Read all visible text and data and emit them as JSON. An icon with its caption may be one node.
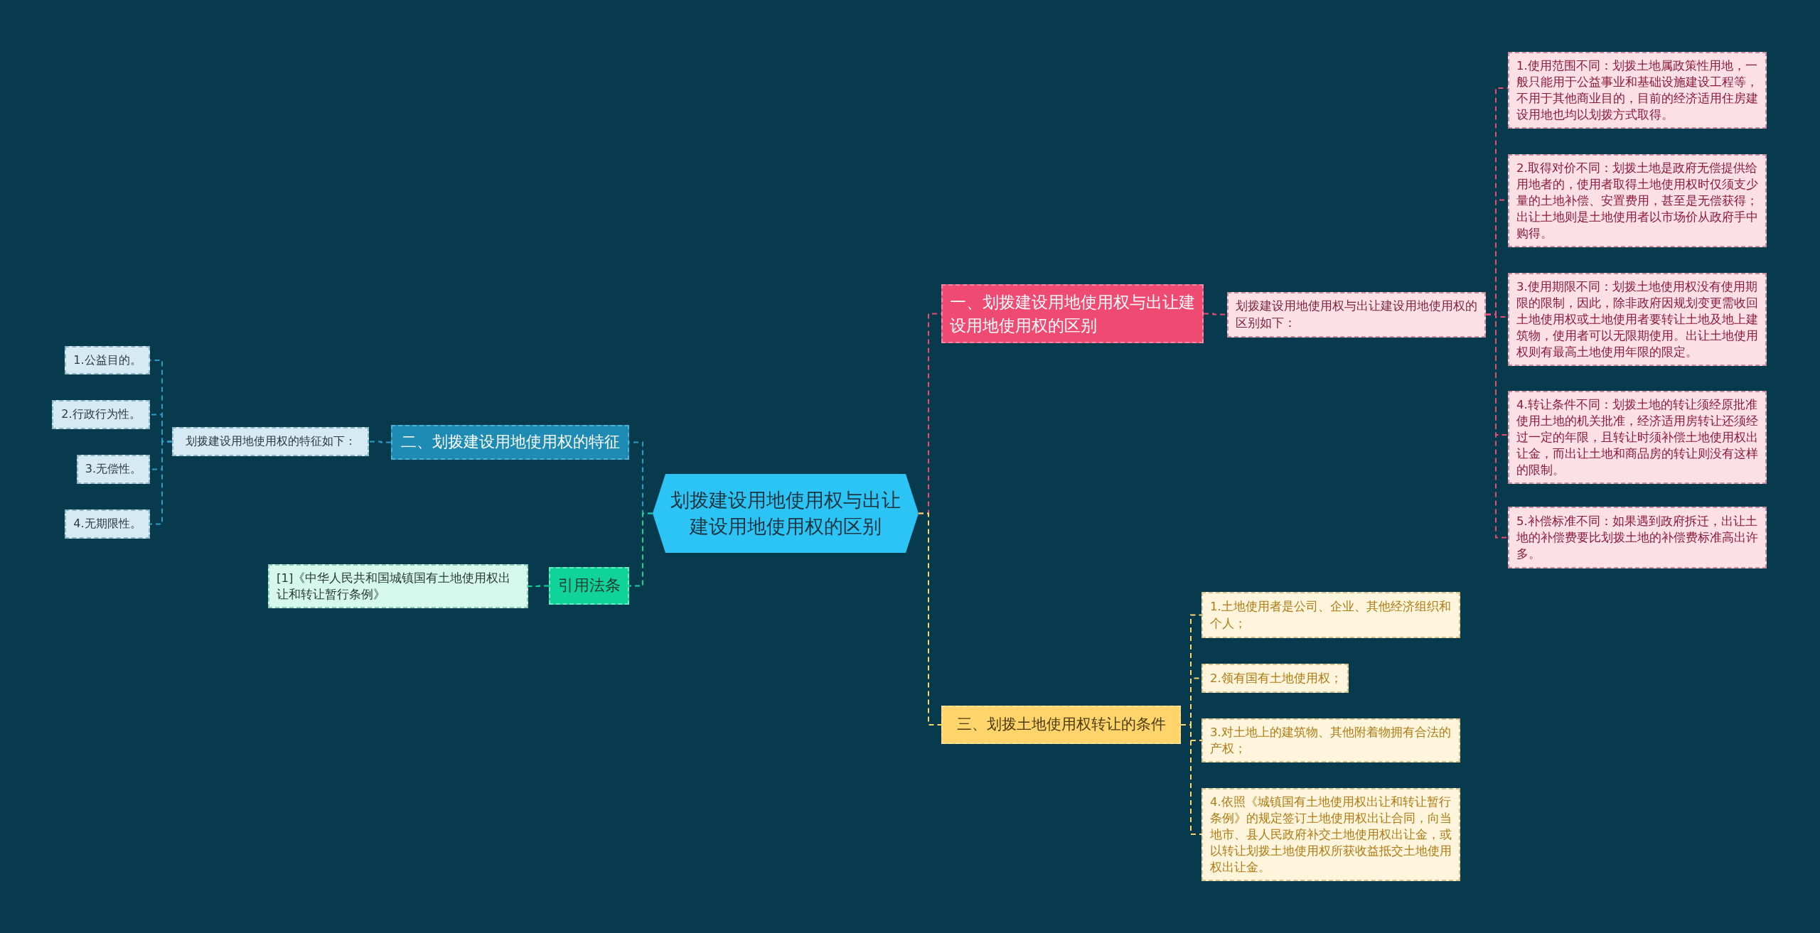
{
  "diagram": {
    "nodes": [
      {
        "text": [
          "划拨建设用地使用权与出让建设用地使用权的区别"
        ]
      },
      {
        "text": [
          "一、划拨建设用地使用权与出让建设用地使用权的区别"
        ]
      },
      {
        "text": [
          "划拨建设用地使用权与出让建设用地使用权的区别如下："
        ]
      },
      {
        "text": [
          "1.使用范围不同：划拨土地属政策性用地，一般只能用于公益事业和基础设施建设工程等，不用于其他商业目的，目前的经济适用住房建设用地也均以划拨方式取得。"
        ]
      },
      {
        "text": [
          "2.取得对价不同：划拨土地是政府无偿提供给用地者的，使用者取得土地使用权时仅须支少量的土地补偿、安置费用，甚至是无偿获得；出让土地则是土地使用者以市场价从政府手中购得。"
        ]
      },
      {
        "text": [
          "3.使用期限不同：划拨土地使用权没有使用期限的限制，因此，除非政府因规划变更需收回土地使用权或土地使用者要转让土地及地上建筑物，使用者可以无限期使用。出让土地使用权则有最高土地使用年限的限定。"
        ]
      },
      {
        "text": [
          "4.转让条件不同：划拨土地的转让须经原批准使用土地的机关批准，经济适用房转让还须经过一定的年限，且转让时须补偿土地使用权出让金，而出让土地和商品房的转让则没有这样的限制。"
        ]
      },
      {
        "text": [
          "5.补偿标准不同：如果遇到政府拆迁，出让土地的补偿费要比划拨土地的补偿费标准高出许多。"
        ]
      },
      {
        "text": [
          "三、划拨土地使用权转让的条件"
        ]
      },
      {
        "text": [
          "1.土地使用者是公司、企业、其他经济组织和个人；"
        ]
      },
      {
        "text": [
          "2.领有国有土地使用权；"
        ]
      },
      {
        "text": [
          "3.对土地上的建筑物、其他附着物拥有合法的产权；"
        ]
      },
      {
        "text": [
          "4.依照《城镇国有土地使用权出让和转让暂行条例》的规定签订土地使用权出让合同，向当地市、县人民政府补交土地使用权出让金，或以转让划拨土地使用权所获收益抵交土地使用权出让金。"
        ]
      },
      {
        "text": [
          "二、划拨建设用地使用权的特征"
        ]
      },
      {
        "text": [
          "划拨建设用地使用权的特征如下："
        ]
      },
      {
        "text": [
          "1.公益目的。"
        ]
      },
      {
        "text": [
          "2.行政行为性。"
        ]
      },
      {
        "text": [
          "3.无偿性。"
        ]
      },
      {
        "text": [
          "4.无期限性。"
        ]
      },
      {
        "text": [
          "引用法条"
        ]
      },
      {
        "text": [
          "[1]《中华人民共和国城镇国有土地使用权出让和转让暂行条例》"
        ]
      }
    ],
    "edges": [
      {
        "from": 0,
        "to": 1,
        "arrow": "none",
        "color": "#ef4b72"
      },
      {
        "from": 1,
        "to": 2,
        "arrow": "none",
        "color": "#ef4b72"
      },
      {
        "from": 2,
        "to": 3,
        "arrow": "none",
        "color": "#ef4b72"
      },
      {
        "from": 2,
        "to": 4,
        "arrow": "none",
        "color": "#ef4b72"
      },
      {
        "from": 2,
        "to": 5,
        "arrow": "none",
        "color": "#ef4b72"
      },
      {
        "from": 2,
        "to": 6,
        "arrow": "none",
        "color": "#ef4b72"
      },
      {
        "from": 2,
        "to": 7,
        "arrow": "none",
        "color": "#ef4b72"
      },
      {
        "from": 0,
        "to": 8,
        "arrow": "none",
        "color": "#ffd56b"
      },
      {
        "from": 8,
        "to": 9,
        "arrow": "none",
        "color": "#ffd56b"
      },
      {
        "from": 8,
        "to": 10,
        "arrow": "none",
        "color": "#ffd56b"
      },
      {
        "from": 8,
        "to": 11,
        "arrow": "none",
        "color": "#ffd56b"
      },
      {
        "from": 8,
        "to": 12,
        "arrow": "none",
        "color": "#ffd56b"
      },
      {
        "from": 0,
        "to": 13,
        "arrow": "none",
        "color": "#2b9cc8"
      },
      {
        "from": 13,
        "to": 14,
        "arrow": "none",
        "color": "#2b9cc8"
      },
      {
        "from": 14,
        "to": 15,
        "arrow": "none",
        "color": "#2b9cc8"
      },
      {
        "from": 14,
        "to": 16,
        "arrow": "none",
        "color": "#2b9cc8"
      },
      {
        "from": 14,
        "to": 17,
        "arrow": "none",
        "color": "#2b9cc8"
      },
      {
        "from": 14,
        "to": 18,
        "arrow": "none",
        "color": "#2b9cc8"
      },
      {
        "from": 0,
        "to": 19,
        "arrow": "none",
        "color": "#10d39a"
      },
      {
        "from": 19,
        "to": 20,
        "arrow": "none",
        "color": "#10d39a"
      }
    ]
  }
}
